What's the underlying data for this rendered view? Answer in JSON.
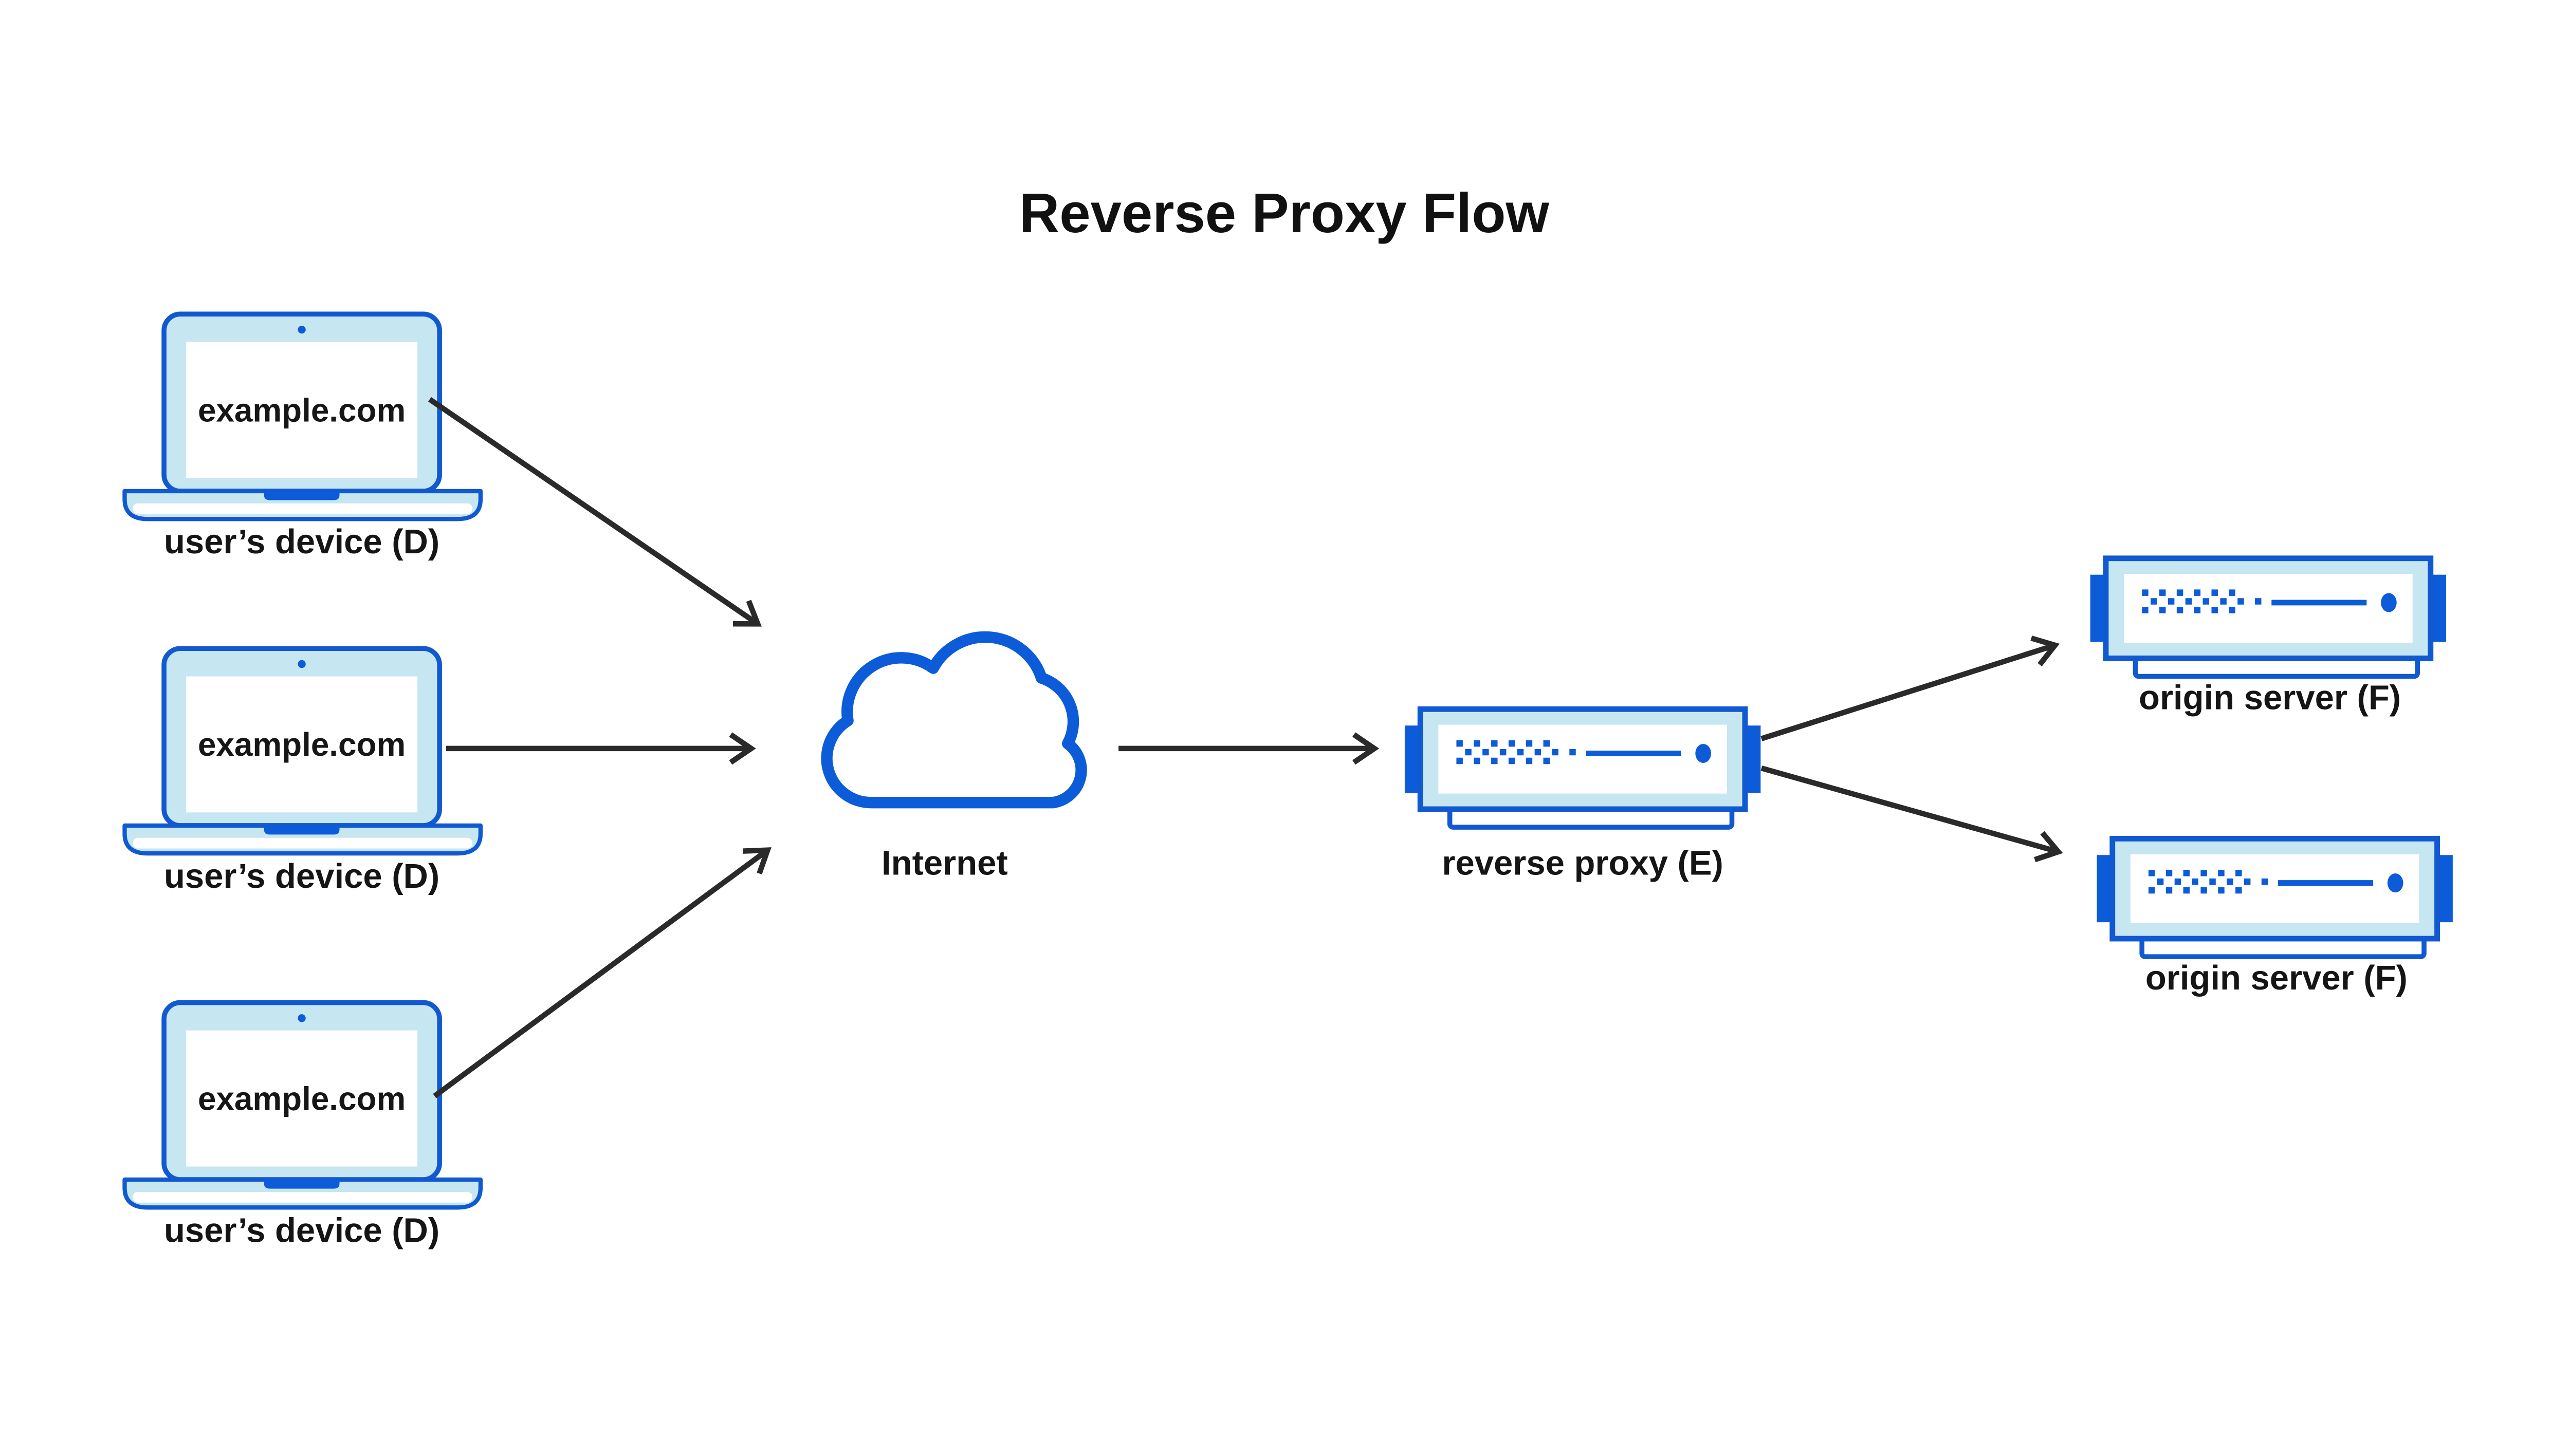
{
  "title": "Reverse Proxy Flow",
  "nodes": {
    "devices": [
      {
        "screen_text": "example.com",
        "label": "user’s device (D)"
      },
      {
        "screen_text": "example.com",
        "label": "user’s device (D)"
      },
      {
        "screen_text": "example.com",
        "label": "user’s device (D)"
      }
    ],
    "internet": {
      "label": "Internet"
    },
    "reverse_proxy": {
      "label": "reverse proxy (E)"
    },
    "origin_servers": [
      {
        "label": "origin server (F)"
      },
      {
        "label": "origin server (F)"
      }
    ]
  },
  "edges": [
    {
      "from": "user-device-1",
      "to": "internet"
    },
    {
      "from": "user-device-2",
      "to": "internet"
    },
    {
      "from": "user-device-3",
      "to": "internet"
    },
    {
      "from": "internet",
      "to": "reverse-proxy"
    },
    {
      "from": "reverse-proxy",
      "to": "origin-server-1"
    },
    {
      "from": "reverse-proxy",
      "to": "origin-server-2"
    }
  ],
  "icons": {
    "device": "laptop-icon",
    "internet": "cloud-icon",
    "reverse_proxy": "rack-server-icon",
    "origin_server": "rack-server-icon"
  },
  "colors": {
    "outline_blue": "#1059d1",
    "fill_light_blue": "#c6e6f2",
    "accent_blue": "#0c5bd8",
    "arrow_black": "#2a2a2a",
    "text_black": "#111111",
    "background": "#ffffff"
  }
}
